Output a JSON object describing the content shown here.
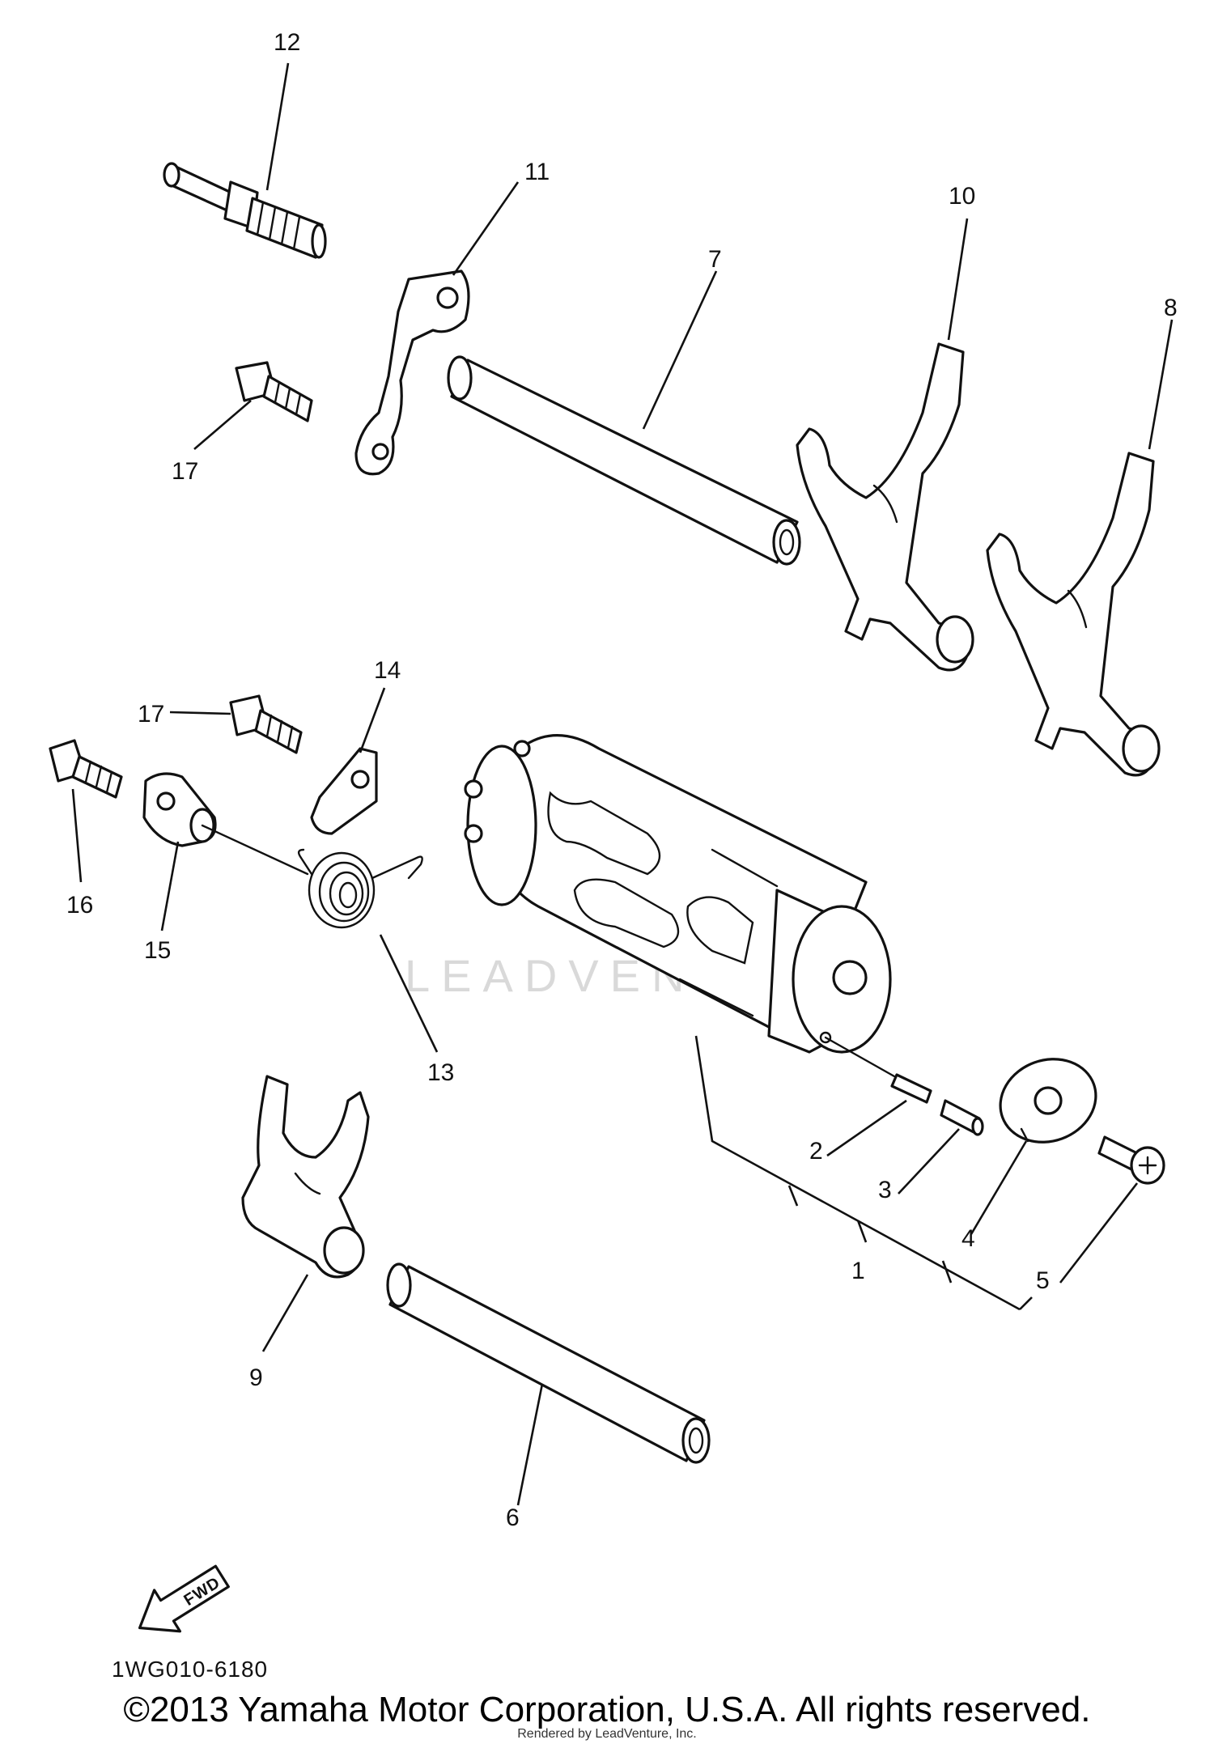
{
  "diagram": {
    "callouts": {
      "c1": "1",
      "c2": "2",
      "c3": "3",
      "c4": "4",
      "c5": "5",
      "c6": "6",
      "c7": "7",
      "c8": "8",
      "c9": "9",
      "c10": "10",
      "c11": "11",
      "c12": "12",
      "c13": "13",
      "c14": "14",
      "c15": "15",
      "c16": "16",
      "c17a": "17",
      "c17b": "17"
    },
    "fwd_label": "FWD",
    "diagram_code": "1WG010-6180",
    "watermark": "LEADVENTURE"
  },
  "footer": {
    "copyright": "©2013 Yamaha Motor Corporation, U.S.A. All rights reserved.",
    "rendered_by": "Rendered by LeadVenture, Inc."
  }
}
